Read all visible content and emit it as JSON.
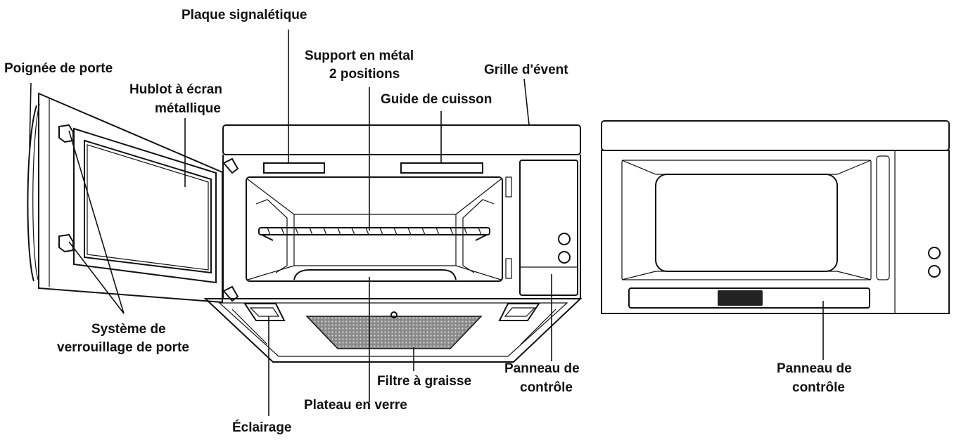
{
  "labels": {
    "rating_plate": "Plaque signalétique",
    "metal_rack_line1": "Support en métal",
    "metal_rack_line2": "2 positions",
    "vent_grille": "Grille d'évent",
    "door_handle": "Poignée de porte",
    "mesh_window_line1": "Hublot à écran",
    "mesh_window_line2": "métallique",
    "cooking_guide": "Guide de cuisson",
    "door_lock_line1": "Système de",
    "door_lock_line2": "verrouillage de porte",
    "control_panel_line1": "Panneau de",
    "control_panel_line2": "contrôle",
    "grease_filter": "Filtre à graisse",
    "glass_tray": "Plateau en verre",
    "lighting": "Éclairage",
    "control_panel2_line1": "Panneau de",
    "control_panel2_line2": "contrôle"
  },
  "colors": {
    "ink": "#111111",
    "background": "#ffffff",
    "display_panel": "#222222"
  }
}
